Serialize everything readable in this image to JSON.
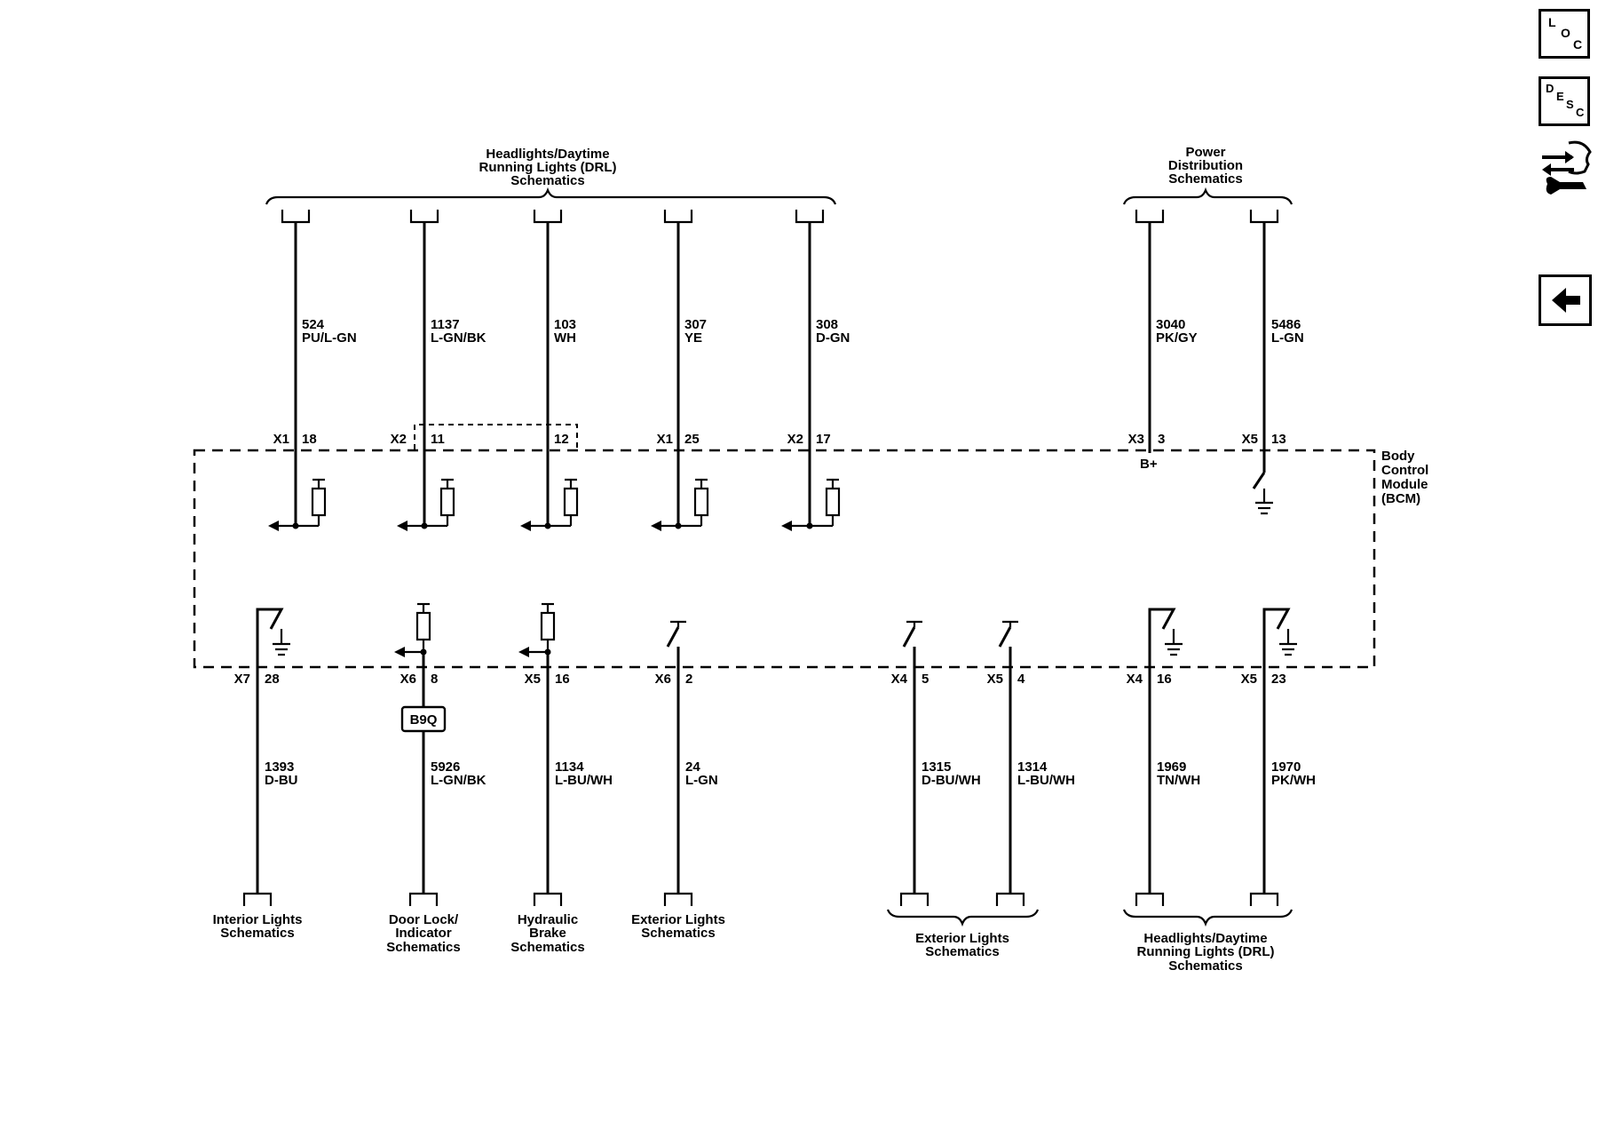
{
  "sections": {
    "top_left": [
      "Headlights/Daytime",
      "Running Lights (DRL)",
      "Schematics"
    ],
    "top_right": [
      "Power",
      "Distribution",
      "Schematics"
    ],
    "module": [
      "Body",
      "Control",
      "Module",
      "(BCM)"
    ],
    "bottom_interior": [
      "Interior Lights",
      "Schematics"
    ],
    "bottom_doorlock": [
      "Door Lock/",
      "Indicator",
      "Schematics"
    ],
    "bottom_brake": [
      "Hydraulic",
      "Brake",
      "Schematics"
    ],
    "bottom_exterior1": [
      "Exterior Lights",
      "Schematics"
    ],
    "bottom_exterior2": [
      "Exterior Lights",
      "Schematics"
    ],
    "bottom_headlights": [
      "Headlights/Daytime",
      "Running Lights (DRL)",
      "Schematics"
    ]
  },
  "top_circuits": [
    {
      "connector": "X1",
      "pin": "18",
      "circuit": "524",
      "color": "PU/L-GN"
    },
    {
      "connector": "X2",
      "pin": "11",
      "circuit": "1137",
      "color": "L-GN/BK"
    },
    {
      "connector": "",
      "pin": "12",
      "circuit": "103",
      "color": "WH"
    },
    {
      "connector": "X1",
      "pin": "25",
      "circuit": "307",
      "color": "YE"
    },
    {
      "connector": "X2",
      "pin": "17",
      "circuit": "308",
      "color": "D-GN"
    },
    {
      "connector": "X3",
      "pin": "3",
      "circuit": "3040",
      "color": "PK/GY"
    },
    {
      "connector": "X5",
      "pin": "13",
      "circuit": "5486",
      "color": "L-GN"
    }
  ],
  "bplus_label": "B+",
  "inline_component": "B9Q",
  "bottom_circuits": [
    {
      "connector": "X7",
      "pin": "28",
      "circuit": "1393",
      "color": "D-BU"
    },
    {
      "connector": "X6",
      "pin": "8",
      "circuit": "5926",
      "color": "L-GN/BK"
    },
    {
      "connector": "X5",
      "pin": "16",
      "circuit": "1134",
      "color": "L-BU/WH"
    },
    {
      "connector": "X6",
      "pin": "2",
      "circuit": "24",
      "color": "L-GN"
    },
    {
      "connector": "X4",
      "pin": "5",
      "circuit": "1315",
      "color": "D-BU/WH"
    },
    {
      "connector": "X5",
      "pin": "4",
      "circuit": "1314",
      "color": "L-BU/WH"
    },
    {
      "connector": "X4",
      "pin": "16",
      "circuit": "1969",
      "color": "TN/WH"
    },
    {
      "connector": "X5",
      "pin": "23",
      "circuit": "1970",
      "color": "PK/WH"
    }
  ],
  "side_buttons": {
    "loc": {
      "l1": "L",
      "l2": "O",
      "l3": "C",
      "icon": "location-icon"
    },
    "desc": {
      "l1": "D",
      "l2": "E",
      "l3": "S",
      "l4": "C",
      "icon": "description-icon"
    },
    "connector_icon": "connector-tool-icon",
    "back_icon": "back-arrow-icon"
  }
}
